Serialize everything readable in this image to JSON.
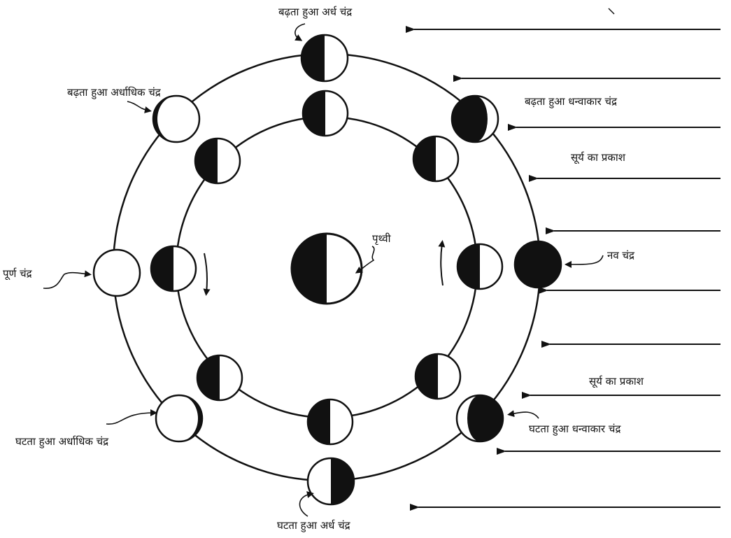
{
  "colors": {
    "ink": "#111111",
    "paper": "#ffffff"
  },
  "labels": {
    "waxing_half": "बढ़ता हुआ अर्ध चंद्र",
    "waxing_gibbous": "बढ़ता हुआ अर्धाधिक चंद्र",
    "waxing_crescent": "बढ़ता हुआ धन्वाकार चंद्र",
    "sunlight_top": "सूर्य का प्रकाश",
    "earth": "पृथ्वी",
    "new_moon": "नव चंद्र",
    "full_moon": "पूर्ण चंद्र",
    "sunlight_bottom": "सूर्य का प्रकाश",
    "waning_crescent": "घटता हुआ धन्वाकार चंद्र",
    "waning_gibbous": "घटता हुआ अर्धाधिक चंद्र",
    "waning_half": "घटता हुआ अर्ध चंद्र"
  },
  "sunlight_arrows": 10,
  "moon_phases_outer": [
    "new",
    "waxing crescent",
    "waxing half",
    "waxing gibbous",
    "full",
    "waning gibbous",
    "waning half",
    "waning crescent"
  ],
  "moon_phases_inner_count": 8
}
